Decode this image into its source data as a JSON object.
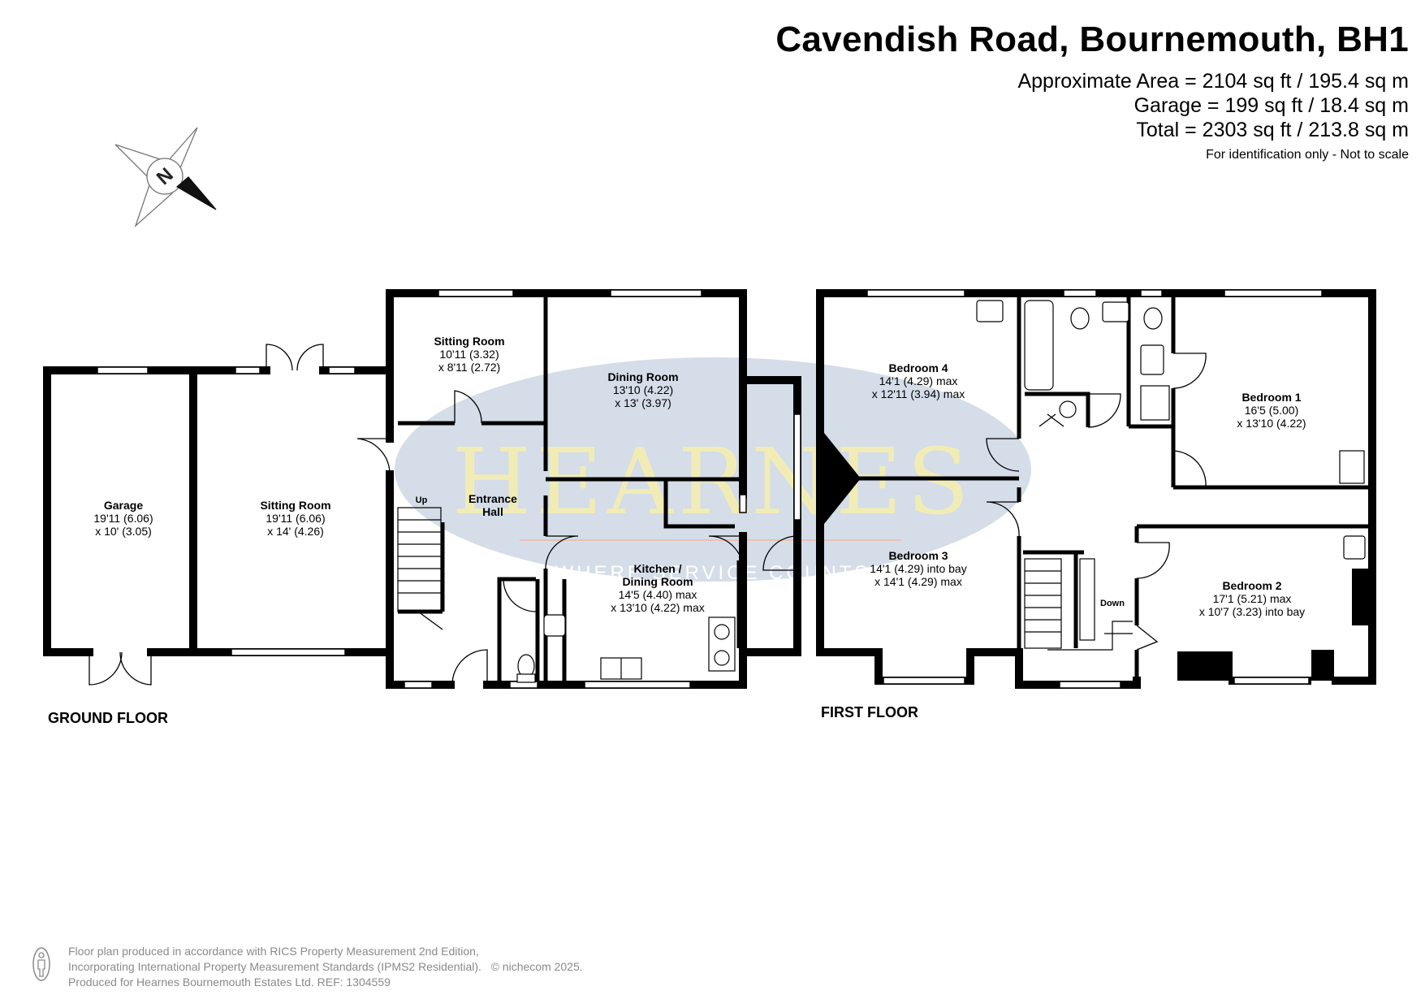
{
  "header": {
    "title": "Cavendish Road, Bournemouth, BH1",
    "area_lines": [
      "Approximate Area = 2104 sq ft / 195.4 sq m",
      "Garage = 199 sq ft / 18.4 sq m",
      "Total = 2303 sq ft / 213.8 sq m"
    ],
    "note": "For identification only - Not to scale"
  },
  "watermark": {
    "brand": "HEARNES",
    "tagline": "WHERE SERVICE COUNTS"
  },
  "compass": {
    "letter": "N"
  },
  "ground_floor": {
    "label": "GROUND FLOOR",
    "stair_label": "Up",
    "rooms": [
      {
        "name": "Garage",
        "dims": [
          "19'11 (6.06)",
          "x 10' (3.05)"
        ]
      },
      {
        "name": "Sitting Room",
        "dims": [
          "19'11 (6.06)",
          "x 14' (4.26)"
        ]
      },
      {
        "name": "Sitting Room",
        "dims": [
          "10'11 (3.32)",
          "x 8'11 (2.72)"
        ]
      },
      {
        "name": "Dining Room",
        "dims": [
          "13'10 (4.22)",
          "x 13' (3.97)"
        ]
      },
      {
        "name": [
          "Entrance",
          "Hall"
        ],
        "dims": []
      },
      {
        "name": [
          "Kitchen /",
          "Dining Room"
        ],
        "dims": [
          "14'5 (4.40) max",
          "x 13'10 (4.22) max"
        ]
      }
    ]
  },
  "first_floor": {
    "label": "FIRST FLOOR",
    "stair_label": "Down",
    "rooms": [
      {
        "name": "Bedroom 4",
        "dims": [
          "14'1 (4.29) max",
          "x 12'11 (3.94) max"
        ]
      },
      {
        "name": "Bedroom 3",
        "dims": [
          "14'1 (4.29) into bay",
          "x 14'1 (4.29) max"
        ]
      },
      {
        "name": "Bedroom 1",
        "dims": [
          "16'5 (5.00)",
          "x 13'10 (4.22)"
        ]
      },
      {
        "name": "Bedroom 2",
        "dims": [
          "17'1 (5.21) max",
          "x 10'7 (3.23) into bay"
        ]
      }
    ]
  },
  "footer": {
    "lines": [
      "Floor plan produced in accordance with RICS Property Measurement 2nd Edition,",
      "Incorporating International Property Measurement Standards (IPMS2 Residential).",
      "Produced for Hearnes Bournemouth Estates Ltd.   REF:   1304559"
    ],
    "copyright": "© nichecom 2025."
  }
}
